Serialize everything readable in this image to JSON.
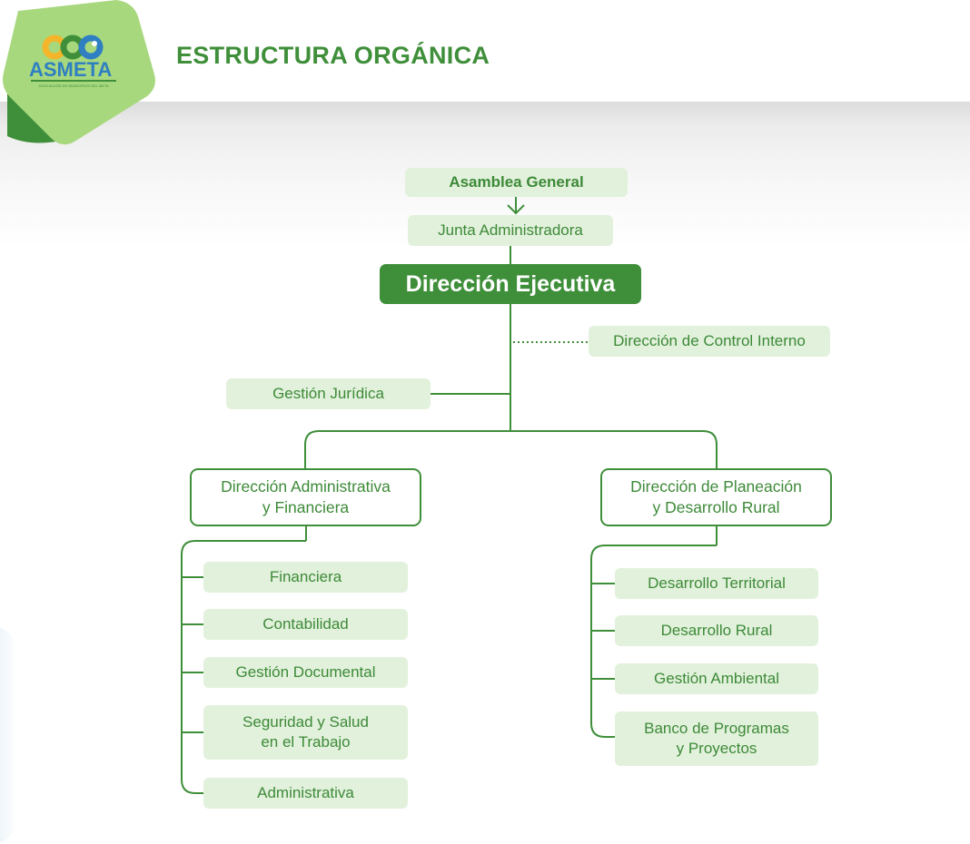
{
  "header": {
    "logo_text": "ASMETA",
    "logo_subtext": "ASOCIACIÓN DE MUNICIPIOS DEL META",
    "title": "ESTRUCTURA ORGÁNICA"
  },
  "colors": {
    "primary_green": "#3f8f3a",
    "light_green_box": "#e2f1dc",
    "logo_green": "#a8d87e"
  },
  "org": {
    "asamblea": "Asamblea General",
    "junta": "Junta Administradora",
    "direccion_ejecutiva": "Dirección Ejecutiva",
    "control_interno": "Dirección de Control Interno",
    "gestion_juridica": "Gestión Jurídica",
    "admin_financiera": {
      "line1": "Dirección Administrativa",
      "line2": "y Financiera",
      "units": [
        {
          "label": "Financiera"
        },
        {
          "label": "Contabilidad"
        },
        {
          "label": "Gestión Documental"
        },
        {
          "line1": "Seguridad y Salud",
          "line2": "en el Trabajo"
        },
        {
          "label": "Administrativa"
        }
      ]
    },
    "planeacion": {
      "line1": "Dirección de Planeación",
      "line2": "y Desarrollo Rural",
      "units": [
        {
          "label": "Desarrollo Territorial"
        },
        {
          "label": "Desarrollo Rural"
        },
        {
          "label": "Gestión Ambiental"
        },
        {
          "line1": "Banco de Programas",
          "line2": "y Proyectos"
        }
      ]
    }
  }
}
